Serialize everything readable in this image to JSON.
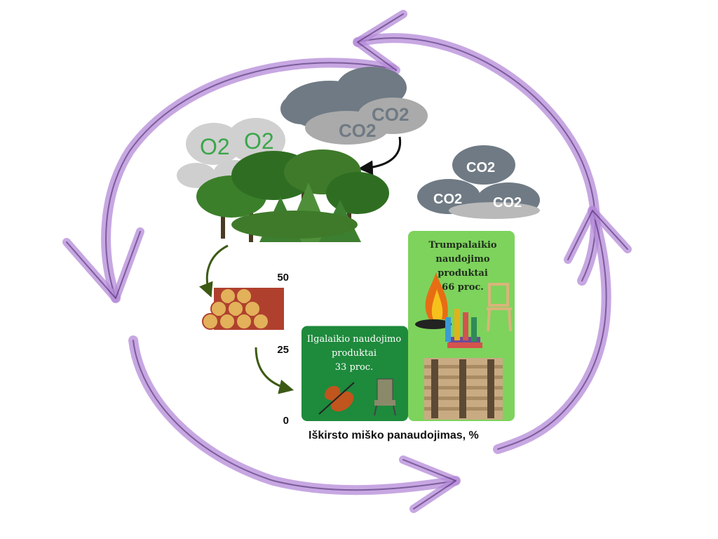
{
  "molecules": {
    "co2": "CO2",
    "o2": "O2"
  },
  "chart_data": {
    "type": "bar",
    "xlabel": "Iškirsto miško panaudojimas, %",
    "ylabel": "",
    "ylim": [
      0,
      66
    ],
    "yticks": [
      0,
      25,
      50
    ],
    "categories": [
      "Ilgalaikio naudojimo produktai",
      "Trumpalaikio naudojimo produktai"
    ],
    "values": [
      33,
      66
    ],
    "bar_labels": [
      [
        "Ilgalaikio naudojimo",
        "produktai",
        "33 proc."
      ],
      [
        "Trumpalaikio",
        "naudojimo produktai",
        "66 proc."
      ]
    ],
    "colors": [
      "#1e8a3c",
      "#7dd35c"
    ]
  },
  "colors": {
    "cycle_arrow": "#b48ad8",
    "cloud_dark": "#6f7a84",
    "cloud_light": "#b9b9b9",
    "o2_text": "#3aa64a",
    "tree_green": "#3f7a2a",
    "log_wood": "#e2b15a",
    "log_bark": "#b0402e",
    "flow_arrow": "#3c5a14"
  },
  "icons": [
    "co2-cloud-icon",
    "o2-cloud-icon",
    "forest-icon",
    "log-pile-icon",
    "fire-icon",
    "books-icon",
    "chair-icon",
    "violin-icon",
    "antique-chair-icon",
    "pallets-icon"
  ]
}
